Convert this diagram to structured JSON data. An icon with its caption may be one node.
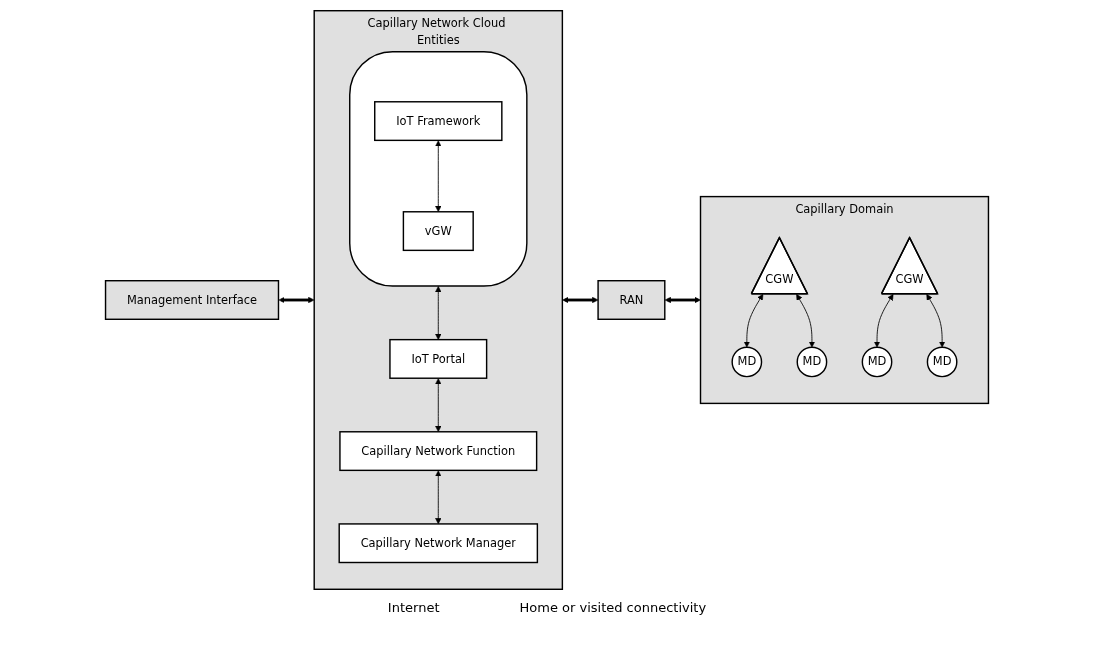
{
  "diagram": {
    "nodes": [
      {
        "text": [
          "Management Interface"
        ]
      },
      {
        "text": [
          "Capillary Network Cloud Entities"
        ]
      },
      {
        "text": [],
        "shape": "cloud",
        "in": 1
      },
      {
        "text": [
          "IoT Framework"
        ],
        "in": 2
      },
      {
        "text": [
          "vGW"
        ],
        "in": 2
      },
      {
        "text": [
          "IoT Portal"
        ],
        "in": 1
      },
      {
        "text": [
          "Capillary Network Function"
        ],
        "in": 1
      },
      {
        "text": [
          "Capillary Network Manager"
        ],
        "in": 1
      },
      {
        "text": [
          "RAN"
        ]
      },
      {
        "text": [
          "Capillary Domain"
        ]
      },
      {
        "text": [
          "CGW"
        ],
        "in": 9
      },
      {
        "text": [
          "MD"
        ],
        "in": 9
      },
      {
        "text": [
          "MD"
        ],
        "in": 9
      },
      {
        "text": [
          "CGW"
        ],
        "in": 9
      },
      {
        "text": [
          "MD"
        ],
        "in": 9
      },
      {
        "text": [
          "MD"
        ],
        "in": 9
      }
    ],
    "edges": [
      {
        "from": 0,
        "to": 1,
        "arrow": "both",
        "style": "thick"
      },
      {
        "from": 3,
        "to": 4,
        "arrow": "both"
      },
      {
        "from": 2,
        "to": 5,
        "arrow": "both"
      },
      {
        "from": 5,
        "to": 6,
        "arrow": "both"
      },
      {
        "from": 6,
        "to": 7,
        "arrow": "both"
      },
      {
        "from": 1,
        "to": 8,
        "arrow": "both",
        "style": "thick"
      },
      {
        "from": 8,
        "to": 9,
        "arrow": "both",
        "style": "thick"
      },
      {
        "from": 10,
        "to": 11,
        "arrow": "both"
      },
      {
        "from": 10,
        "to": 12,
        "arrow": "both"
      },
      {
        "from": 13,
        "to": 14,
        "arrow": "both"
      },
      {
        "from": 13,
        "to": 15,
        "arrow": "both"
      }
    ],
    "labels": [
      "Internet",
      "Home or visited connectivity"
    ]
  }
}
